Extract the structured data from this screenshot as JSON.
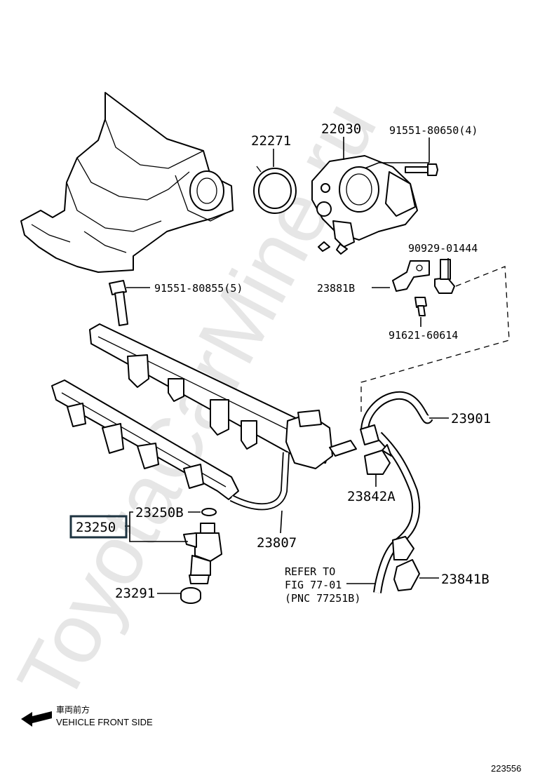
{
  "watermark": "ToyotaCarMine.ru",
  "labels": {
    "p22271": "22271",
    "p22030": "22030",
    "p91551_80650": "91551-80650(4)",
    "p90929_01444": "90929-01444",
    "p91551_80855": "91551-80855(5)",
    "p23881B": "23881B",
    "p91621_60614": "91621-60614",
    "p23901": "23901",
    "p23842A": "23842A",
    "p23250B": "23250B",
    "p23250": "23250",
    "p23807": "23807",
    "p23291": "23291",
    "p23841B": "23841B"
  },
  "reference": {
    "line1": "REFER TO",
    "line2": "FIG 77-01",
    "line3": "(PNC 77251B)"
  },
  "direction": {
    "jp": "車両前方",
    "en": "VEHICLE FRONT SIDE"
  },
  "figure_id": "223556"
}
